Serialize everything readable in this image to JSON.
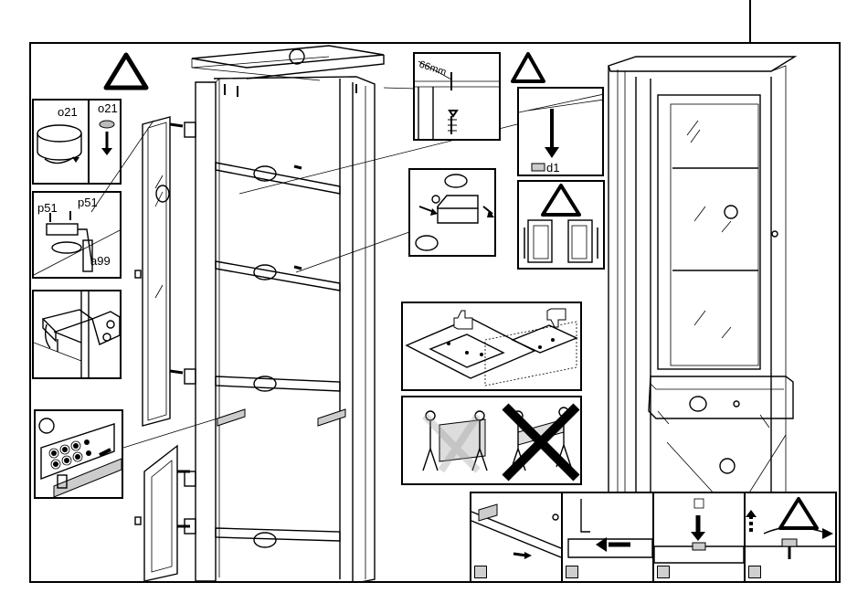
{
  "parts": {
    "o21": "o21",
    "p51": "p51",
    "a99": "a99",
    "d1": "d1"
  },
  "dimension": "66mm",
  "icons": [
    "warning-triangle-icon",
    "thumbs-up-icon",
    "thumbs-down-icon",
    "cross-mark-icon",
    "arrow-icon"
  ],
  "colors": {
    "line": "#000000",
    "background": "#ffffff",
    "shade": "#bdbdbd",
    "check": "#cfcfcf"
  }
}
